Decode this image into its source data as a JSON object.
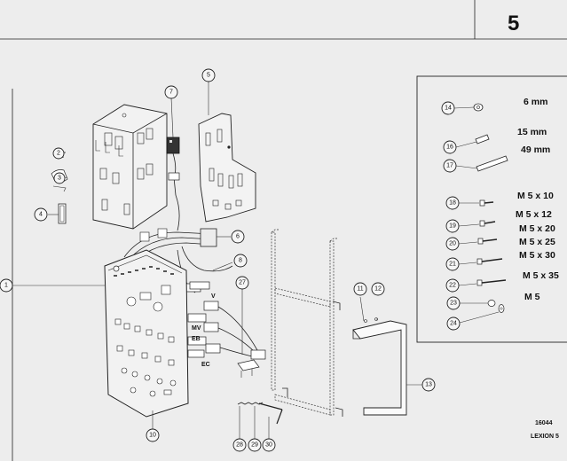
{
  "page_number": "5",
  "footer": {
    "ref_code": "16044",
    "model": "LEXION 5"
  },
  "connector_labels": [
    "V",
    "MV",
    "EB",
    "EC"
  ],
  "callouts": [
    "1",
    "2",
    "3",
    "4",
    "5",
    "6",
    "7",
    "8",
    "10",
    "11",
    "12",
    "13",
    "14",
    "16",
    "17",
    "18",
    "19",
    "20",
    "21",
    "22",
    "23",
    "24",
    "27",
    "28",
    "29",
    "30"
  ],
  "hardware_list": [
    {
      "callout": "14",
      "size": "6 mm"
    },
    {
      "callout": "16",
      "size": "15 mm"
    },
    {
      "callout": "17",
      "size": "49 mm"
    },
    {
      "callout": "18",
      "size": "M 5 x 10"
    },
    {
      "callout": "19",
      "size": "M 5 x 12"
    },
    {
      "callout": "20",
      "size": "M 5 x 20"
    },
    {
      "callout": "20",
      "size": "M 5 x 25"
    },
    {
      "callout": "21",
      "size": "M 5 x 30"
    },
    {
      "callout": "22",
      "size": "M 5 x 35"
    },
    {
      "callout": "23",
      "size": "M 5"
    }
  ]
}
